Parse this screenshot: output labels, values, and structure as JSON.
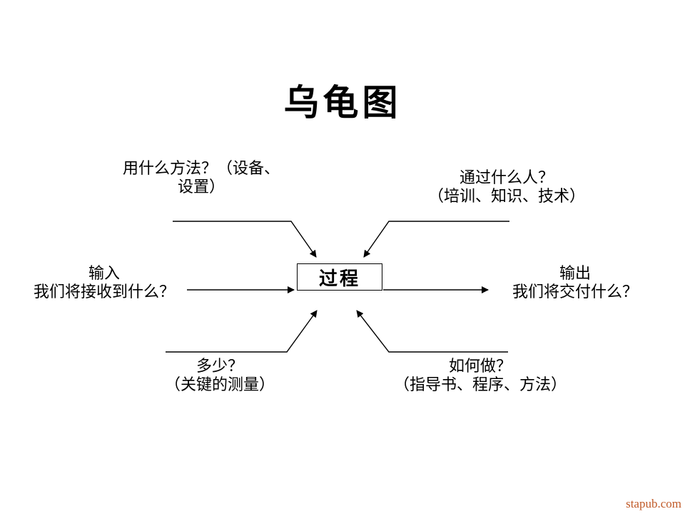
{
  "title": "乌龟图",
  "process_box": {
    "label": "过程"
  },
  "labels": {
    "top_left": {
      "line1": "用什么方法？（设备、",
      "line2": "设置）"
    },
    "top_right": {
      "line1": "通过什么人？",
      "line2": "（培训、知识、技术）"
    },
    "left": {
      "line1": "输入",
      "line2": "我们将接收到什么？"
    },
    "right": {
      "line1": "输出",
      "line2": "我们将交付什么？"
    },
    "bottom_left": {
      "line1": "多少？",
      "line2": "（关键的测量）"
    },
    "bottom_right": {
      "line1": "如何做？",
      "line2": "（指导书、程序、方法）"
    }
  },
  "watermark": "stapub.com",
  "colors": {
    "background": "#ffffff",
    "text": "#000000",
    "line": "#000000",
    "watermark": "#c05a28"
  }
}
